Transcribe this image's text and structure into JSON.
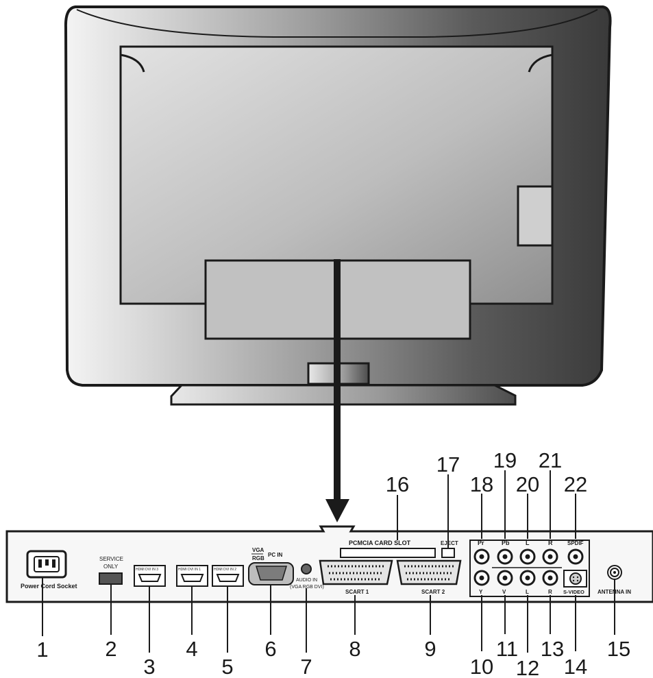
{
  "panel_labels": {
    "power_cord_socket": "Power Cord Socket",
    "service_only_1": "SERVICE",
    "service_only_2": "ONLY",
    "hdmi_in_3": "HDMI DVI IN 3",
    "hdmi_in_1": "HDMI DVI IN 1",
    "hdmi_in_2": "HDMI DVI IN 2",
    "vga_rgb_pc_in_top": "VGA",
    "vga_rgb_pc_in_bottom": "RGB",
    "vga_rgb_pc_in_suffix": "PC IN",
    "audio_in_1": "AUDIO IN",
    "audio_in_2": "(VGA RGB DVI)",
    "scart1": "SCART 1",
    "scart2": "SCART 2",
    "pcmcia_card_slot": "PCMCIA CARD SLOT",
    "eject": "EJECT",
    "pr": "Pr",
    "pb": "Pb",
    "l_top": "L",
    "r_top": "R",
    "spdif": "SPDIF",
    "y": "Y",
    "v": "V",
    "l_bottom": "L",
    "r_bottom": "R",
    "s_video": "S-VIDEO",
    "antenna_in": "ANTENNA IN"
  },
  "callouts": {
    "n1": "1",
    "n2": "2",
    "n3": "3",
    "n4": "4",
    "n5": "5",
    "n6": "6",
    "n7": "7",
    "n8": "8",
    "n9": "9",
    "n10": "10",
    "n11": "11",
    "n12": "12",
    "n13": "13",
    "n14": "14",
    "n15": "15",
    "n16": "16",
    "n17": "17",
    "n18": "18",
    "n19": "19",
    "n20": "20",
    "n21": "21",
    "n22": "22"
  },
  "colors": {
    "outline": "#1a1a1a",
    "panel_fill": "#f7f7f7",
    "screen_back": "#c9c9c9"
  }
}
